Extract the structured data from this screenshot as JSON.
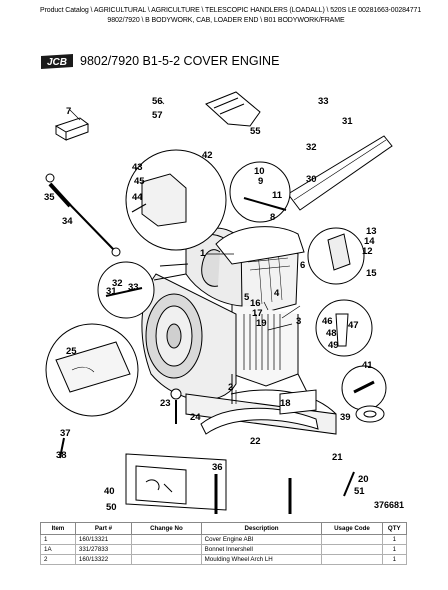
{
  "breadcrumb": {
    "line1": "Product Catalog  \\  AGRICULTURAL  \\  AGRICULTURE  \\  TELESCOPIC HANDLERS (LOADALL)  \\  520S LE 00281663-00284771",
    "line2": "9802/7920  \\  B BODYWORK, CAB, LOADER END  \\  B01 BODYWORK/FRAME"
  },
  "brand": {
    "logo_text": "JCB",
    "logo_color": "#1a1a1a"
  },
  "page_title": "9802/7920 B1-5-2 COVER ENGINE",
  "diagram": {
    "reference_number": "376681",
    "callouts": [
      "1",
      "2",
      "3",
      "4",
      "5",
      "6",
      "7",
      "8",
      "9",
      "10",
      "11",
      "12",
      "13",
      "14",
      "15",
      "16",
      "17",
      "18",
      "19",
      "20",
      "21",
      "22",
      "23",
      "24",
      "25",
      "30",
      "31",
      "32",
      "33",
      "34",
      "35",
      "36",
      "37",
      "38",
      "39",
      "40",
      "41",
      "42",
      "43",
      "44",
      "45",
      "46",
      "47",
      "48",
      "49",
      "50",
      "51",
      "55",
      "56",
      "57"
    ]
  },
  "table": {
    "headers": [
      "Item",
      "Part #",
      "Change No",
      "Description",
      "Usage Code",
      "QTY"
    ],
    "rows": [
      {
        "item": "1",
        "part": "160/13321",
        "change": "",
        "desc": "Cover Engine ABI",
        "usage": "",
        "qty": "1"
      },
      {
        "item": "1A",
        "part": "331/27833",
        "change": "",
        "desc": "Bonnet Innershell",
        "usage": "",
        "qty": "1"
      },
      {
        "item": "2",
        "part": "160/13322",
        "change": "",
        "desc": "Moulding Wheel Arch LH",
        "usage": "",
        "qty": "1"
      }
    ]
  }
}
